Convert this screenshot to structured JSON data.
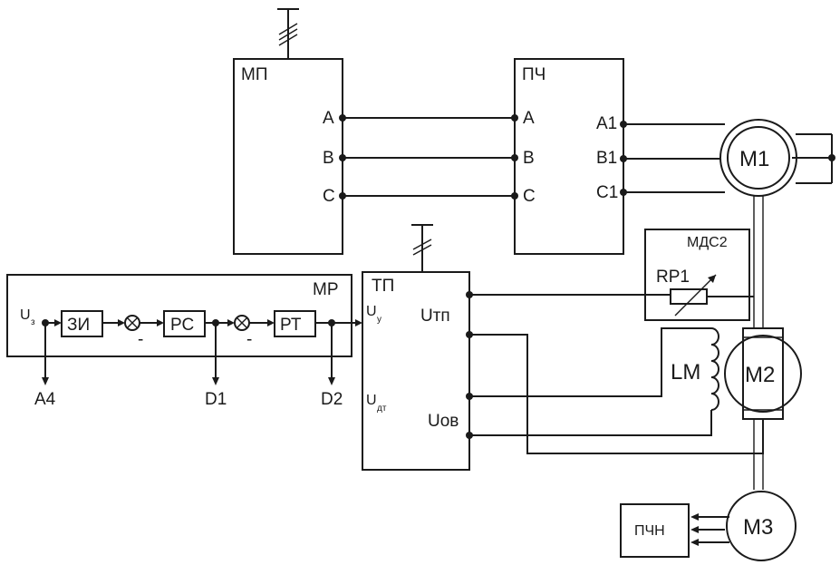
{
  "blocks": {
    "mp": {
      "label": "МП"
    },
    "pch": {
      "label": "ПЧ"
    },
    "tp": {
      "label": "ТП"
    },
    "mr": {
      "label": "МР"
    },
    "mds2": {
      "label": "МДС2"
    },
    "pchn": {
      "label": "ПЧН"
    },
    "zi": {
      "label": "ЗИ"
    },
    "rs": {
      "label": "РС"
    },
    "rt": {
      "label": "РТ"
    }
  },
  "motors": {
    "m1": {
      "label": "M1"
    },
    "m2": {
      "label": "M2"
    },
    "m3": {
      "label": "M3"
    }
  },
  "ports": {
    "mp_a": "A",
    "mp_b": "B",
    "mp_c": "C",
    "pch_a": "A",
    "pch_b": "B",
    "pch_c": "C",
    "pch_a1": "A1",
    "pch_b1": "B1",
    "pch_c1": "C1",
    "tp_utp": "Uтп",
    "tp_uov": "Uов",
    "tp_uy": "U",
    "tp_uy_sub": "у",
    "tp_udt": "U",
    "tp_udt_sub": "дт",
    "mr_uz": "U",
    "mr_uz_sub": "з"
  },
  "outputs": {
    "a4": "A4",
    "d1": "D1",
    "d2": "D2"
  },
  "components": {
    "rp1": "RP1",
    "lm": "LM"
  },
  "signs": {
    "minus": "-"
  }
}
